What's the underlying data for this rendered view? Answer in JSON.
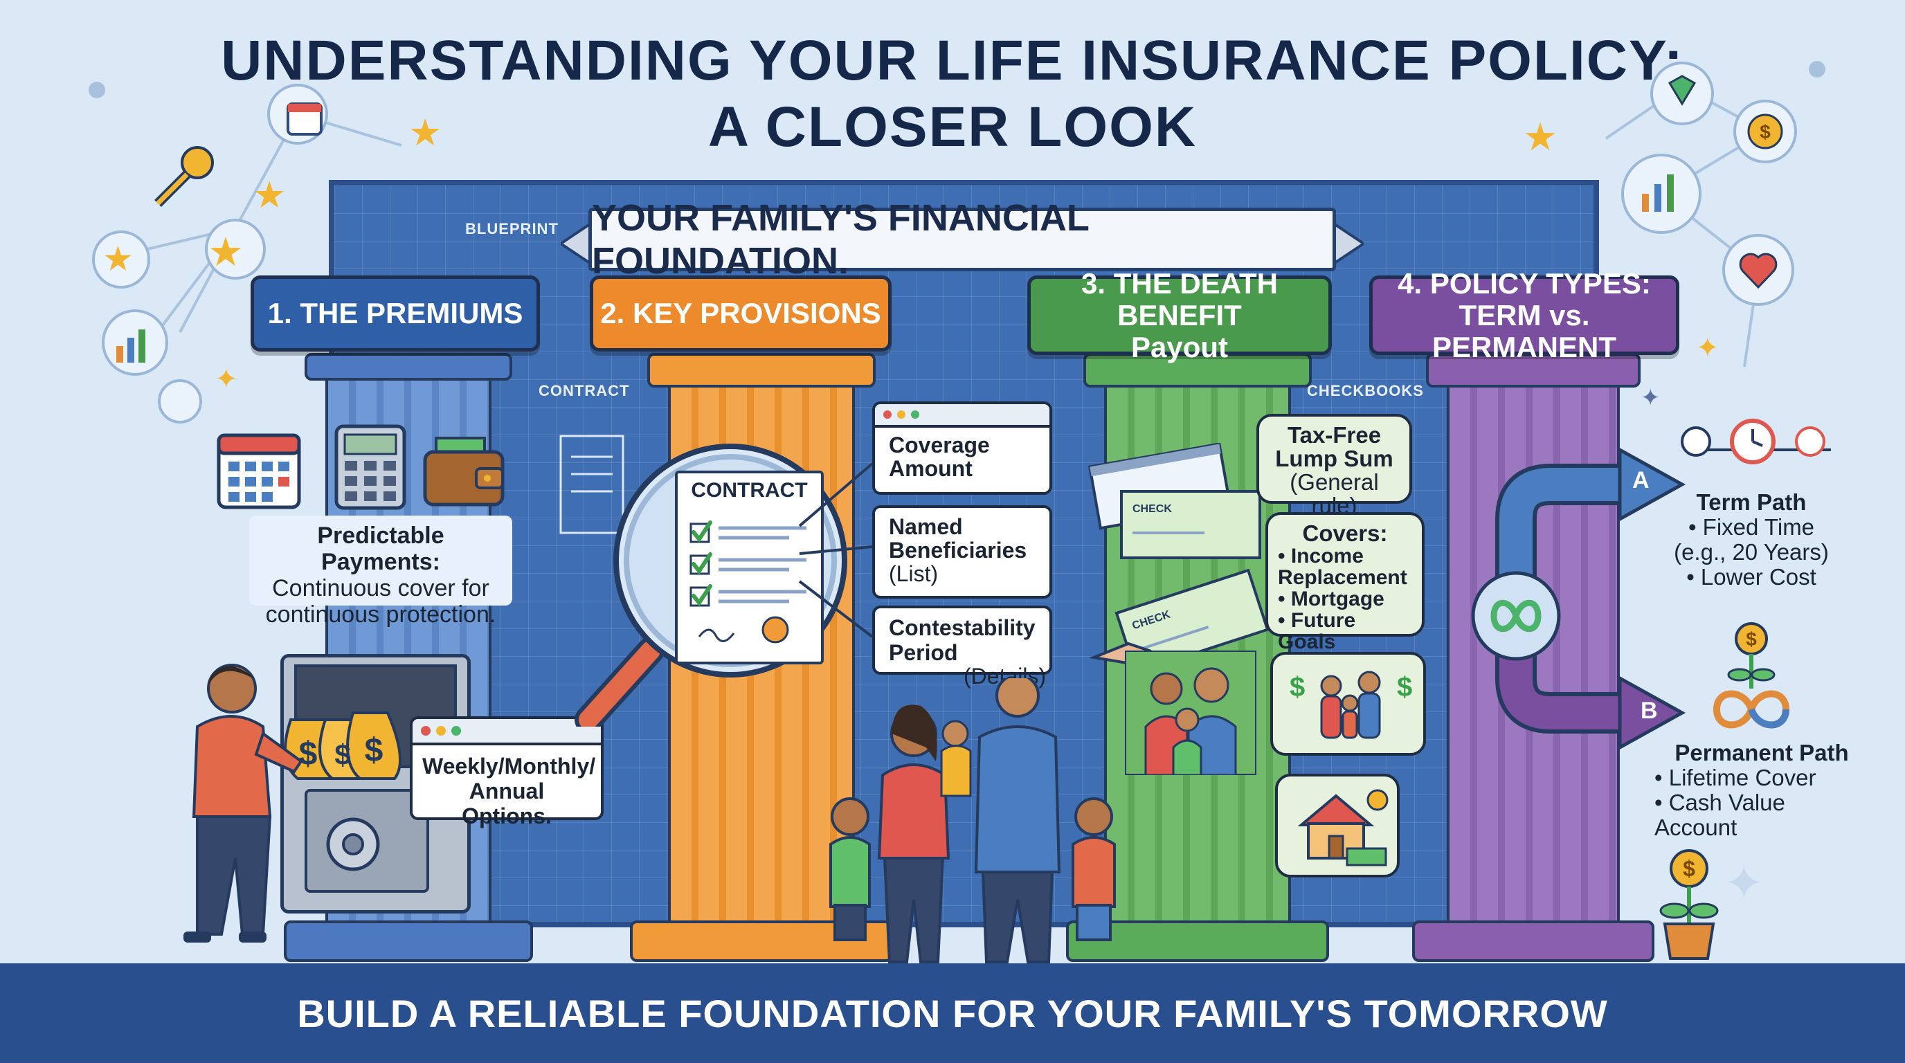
{
  "title": "UNDERSTANDING YOUR LIFE INSURANCE POLICY: A CLOSER LOOK",
  "banner": "YOUR FAMILY'S FINANCIAL FOUNDATION.",
  "blueprint_labels": {
    "blueprint": "BLUEPRINT",
    "contract": "CONTRACT",
    "checkbooks": "CHECKBOOKS"
  },
  "pillars": [
    {
      "label": "1. THE PREMIUMS",
      "color": "#2f5fa6",
      "shaft": "#6f9ad6"
    },
    {
      "label": "2. KEY PROVISIONS",
      "color": "#ec8a2c",
      "shaft": "#f4a64e"
    },
    {
      "label": "3. THE DEATH BENEFIT",
      "sublabel": "Payout",
      "color": "#4a9a4e",
      "shaft": "#73bb6c"
    },
    {
      "label": "4. POLICY TYPES:",
      "sublabel": "TERM vs. PERMANENT",
      "color": "#7b4fa0",
      "shaft": "#9b78c0"
    }
  ],
  "premiums": {
    "note_title": "Predictable Payments:",
    "note_body": "Continuous cover for continuous protection.",
    "options": "Weekly/Monthly/ Annual Options."
  },
  "provisions": {
    "contract_label": "CONTRACT",
    "cards": [
      {
        "bold": "Coverage Amount",
        "rest": ""
      },
      {
        "bold": "Named Beneficiaries",
        "rest": "(List)"
      },
      {
        "bold": "Contestability Period",
        "rest": "(Details)"
      }
    ]
  },
  "death_benefit": {
    "check_label": "CHECK",
    "lump_bold": "Tax-Free Lump Sum",
    "lump_rest": "(General rule)",
    "covers_title": "Covers:",
    "covers_items": [
      "Income Replacement",
      "Mortgage",
      "Future Goals"
    ]
  },
  "policy_types": {
    "path_a": "A",
    "path_b": "B",
    "term_title": "Term Path",
    "term_items": [
      "• Fixed Time",
      "(e.g., 20 Years)",
      "• Lower Cost"
    ],
    "perm_title": "Permanent Path",
    "perm_items": [
      "• Lifetime Cover",
      "• Cash Value Account"
    ]
  },
  "footer": "BUILD A RELIABLE FOUNDATION FOR YOUR FAMILY'S TOMORROW"
}
